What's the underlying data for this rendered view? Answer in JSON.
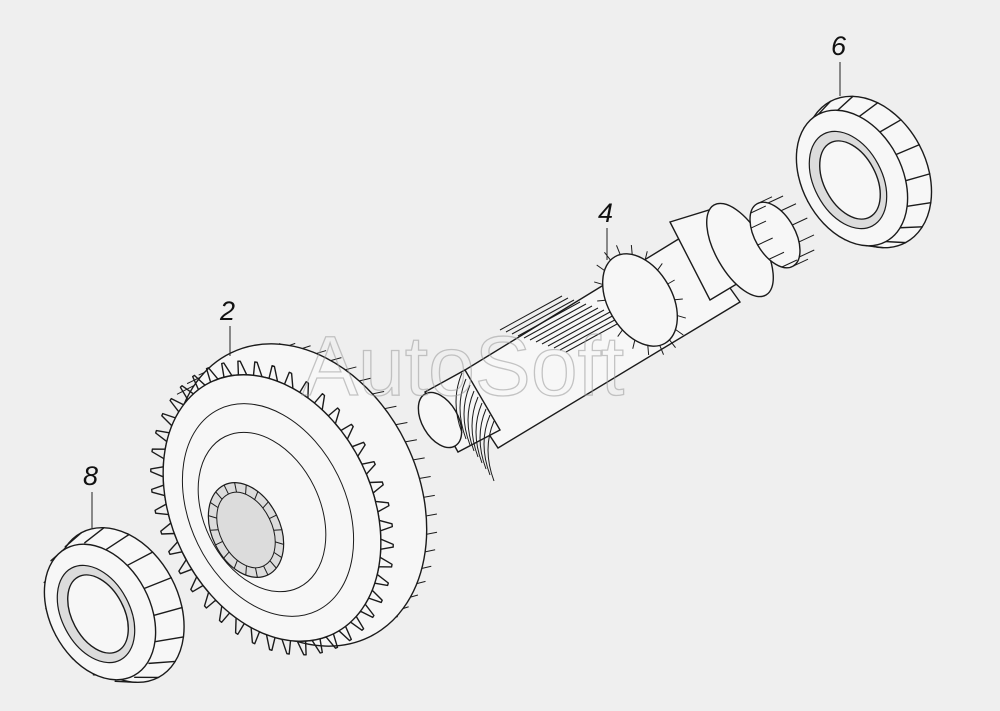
{
  "watermark": "AutoSoft",
  "callouts": [
    {
      "id": "2",
      "label": "2"
    },
    {
      "id": "4",
      "label": "4"
    },
    {
      "id": "6",
      "label": "6"
    },
    {
      "id": "8",
      "label": "8"
    }
  ]
}
